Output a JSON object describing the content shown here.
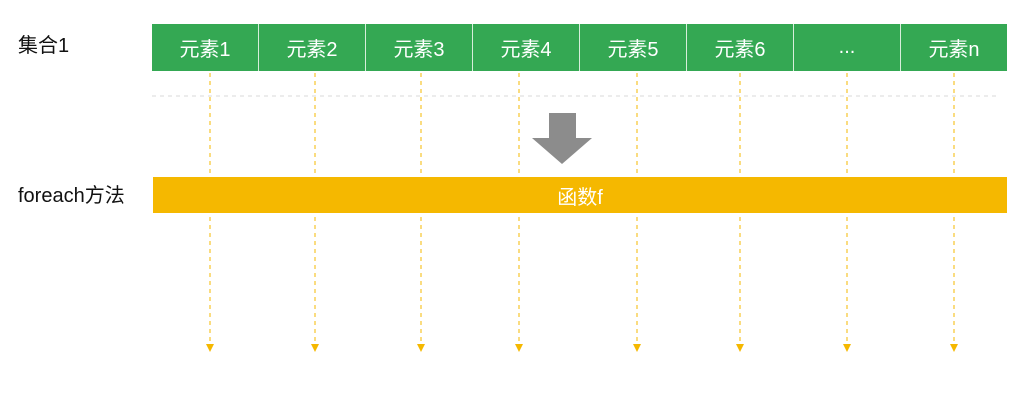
{
  "diagram": {
    "set_label": "集合1",
    "elements": [
      "元素1",
      "元素2",
      "元素3",
      "元素4",
      "元素5",
      "元素6",
      "...",
      "元素n"
    ],
    "down_arrow_icon": "down-arrow-icon",
    "method_label": "foreach方法",
    "function_label": "函数f"
  },
  "colors": {
    "collection_fill": "#34a853",
    "function_fill": "#f5b800",
    "guide_line": "#f5b800",
    "arrow_fill": "#8c8c8c",
    "separator_line": "#d9d9d9"
  }
}
